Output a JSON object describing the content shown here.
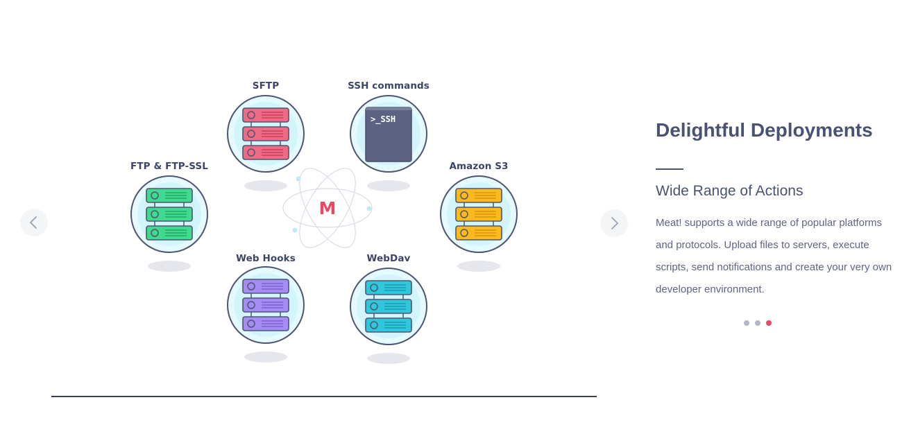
{
  "nodes": [
    {
      "key": "sftp",
      "label": "SFTP",
      "kind": "server",
      "color": "#ef6a84",
      "dark": "#c8405c"
    },
    {
      "key": "ssh",
      "label": "SSH commands",
      "kind": "terminal",
      "terminal_text": ">_SSH",
      "color": "#5d6282"
    },
    {
      "key": "ftp",
      "label": "FTP & FTP-SSL",
      "kind": "server",
      "color": "#3fd98f",
      "dark": "#22a866"
    },
    {
      "key": "s3",
      "label": "Amazon S3",
      "kind": "server",
      "color": "#fbb91c",
      "dark": "#d69411"
    },
    {
      "key": "webhooks",
      "label": "Web Hooks",
      "kind": "server",
      "color": "#a58cf5",
      "dark": "#7b62d1"
    },
    {
      "key": "webdav",
      "label": "WebDav",
      "kind": "server",
      "color": "#2fc7dc",
      "dark": "#1c9cb0"
    }
  ],
  "center": {
    "logo_letter": "M",
    "logo_color": "#e84a63"
  },
  "content": {
    "title": "Delightful Deployments",
    "subtitle": "Wide Range of Actions",
    "description": "Meat! supports a wide range of popular platforms and protocols. Upload files to servers, execute scripts, send notifications and create your very own developer environment."
  },
  "pagination": {
    "count": 3,
    "active_index": 2
  },
  "colors": {
    "accent": "#e84a63",
    "text": "#4a5272",
    "circle_fill": "#e4faff",
    "outline": "#4e5570"
  }
}
